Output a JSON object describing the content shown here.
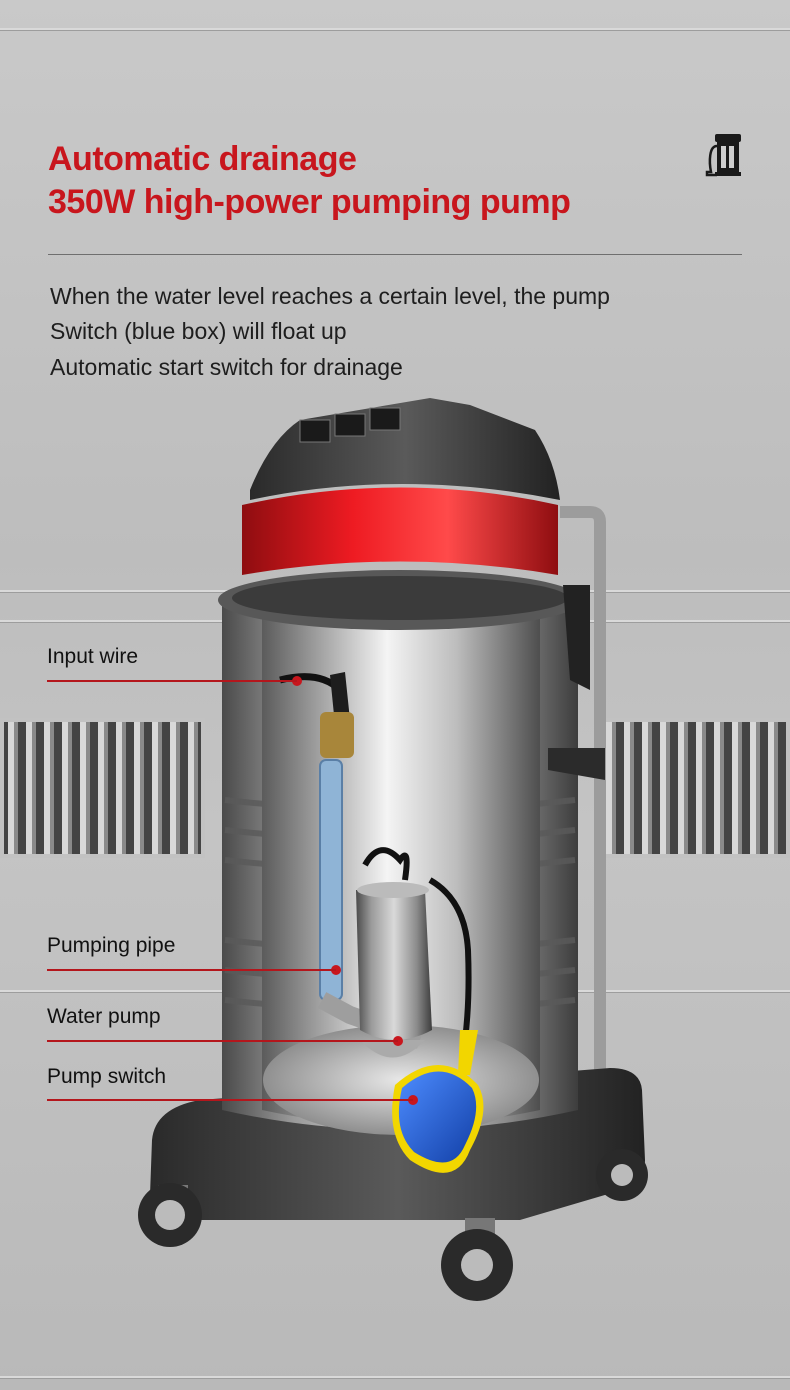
{
  "heading": {
    "line1": "Automatic drainage",
    "line2": "350W high-power pumping pump"
  },
  "description": {
    "line1": "When the water level reaches a certain level, the pump",
    "line2": "Switch (blue box) will float up",
    "line3": "Automatic start switch for drainage"
  },
  "labels": {
    "input_wire": "Input wire",
    "pumping_pipe": "Pumping pipe",
    "water_pump": "Water pump",
    "pump_switch": "Pump switch"
  },
  "colors": {
    "accent": "#c8161d",
    "float_switch": "#1f5fd6",
    "float_trim": "#f2d600",
    "text": "#1e1e1e"
  },
  "icons": {
    "corner": "vacuum-cleaner-icon"
  }
}
